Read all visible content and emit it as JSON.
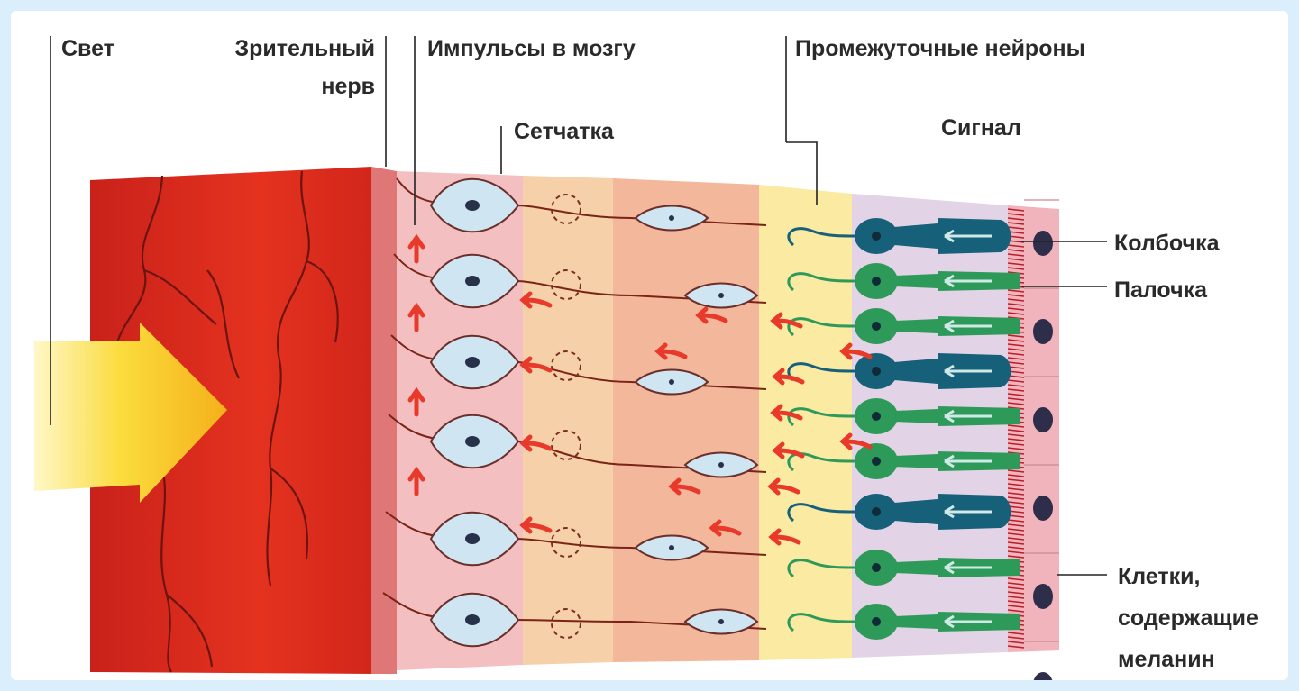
{
  "labels": {
    "light": "Свет",
    "optic_nerve_line1": "Зрительный",
    "optic_nerve_line2": "нерв",
    "impulses": "Импульсы в мозгу",
    "retina": "Сетчатка",
    "interneurons": "Промежуточные нейроны",
    "signal": "Сигнал",
    "cone": "Колбочка",
    "rod": "Палочка",
    "melanin_line1": "Клетки,",
    "melanin_line2": "содержащие",
    "melanin_line3": "меланин"
  },
  "colors": {
    "background_frame": "#dbeefb",
    "eye_wall": "#d3261c",
    "eye_wall_side": "#b81f17",
    "light_arrow": "#f7c21a",
    "ganglion_layer": "#f4bfc0",
    "layer_peach": "#f6d0a8",
    "layer_salmon": "#f3b79b",
    "layer_yellow": "#fbeaa2",
    "layer_lilac": "#e3d3e6",
    "melanin_cells": "#f2b4bc",
    "ganglion_cell": "#cfe6f2",
    "cone_cell": "#16607a",
    "rod_cell": "#2e9a5a",
    "signal_arrow": "#e8392a",
    "axon": "#7a2418"
  },
  "photoreceptors": [
    "cone",
    "rod",
    "rod",
    "cone",
    "rod",
    "rod",
    "cone",
    "rod",
    "rod"
  ],
  "icons": [
    "light-arrow-icon",
    "signal-arrow-icon"
  ]
}
